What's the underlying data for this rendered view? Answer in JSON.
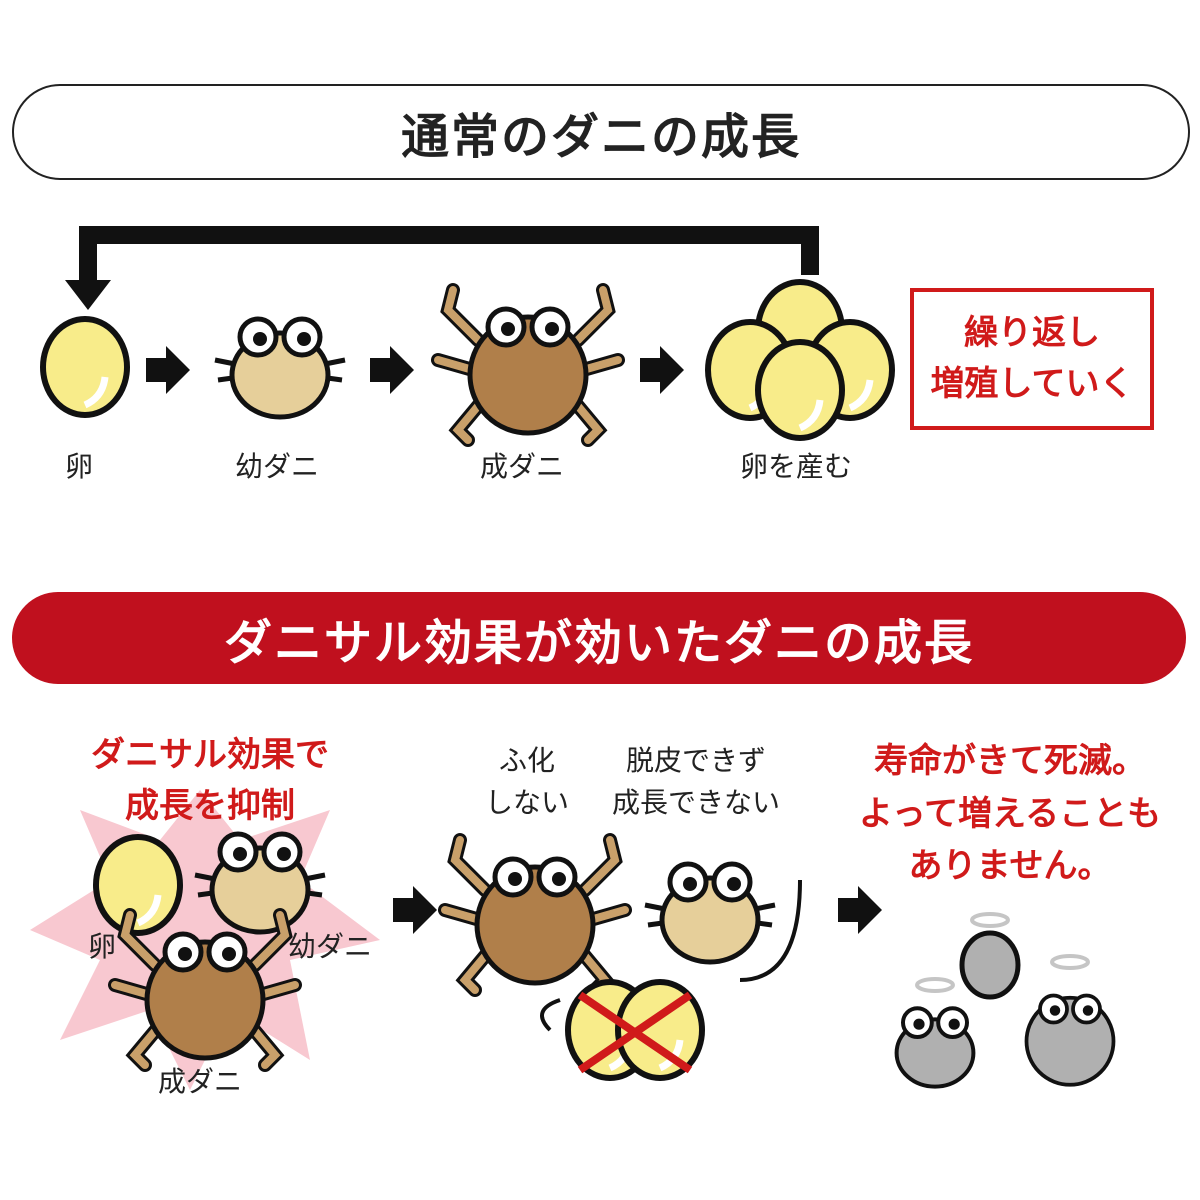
{
  "normal": {
    "title": "通常のダニの成長",
    "stages": [
      "卵",
      "幼ダニ",
      "成ダニ",
      "卵を産む"
    ],
    "repeat": [
      "繰り返し",
      "増殖していく"
    ]
  },
  "effect": {
    "title": "ダニサル効果が効いたダニの成長",
    "suppress": [
      "ダニサル効果で",
      "成長を抑制"
    ],
    "labels": {
      "egg": "卵",
      "larva": "幼ダニ",
      "adult": "成ダニ"
    },
    "no_hatch": [
      "ふ化",
      "しない"
    ],
    "no_molt": [
      "脱皮できず",
      "成長できない"
    ],
    "result": [
      "寿命がきて死滅。",
      "よって増えることも",
      "ありません。"
    ]
  },
  "colors": {
    "red": "#c0101e",
    "egg": "#f8ec8a",
    "larva": "#e6cf9a",
    "adult": "#b07f4a",
    "dead": "#b0b0b0"
  }
}
